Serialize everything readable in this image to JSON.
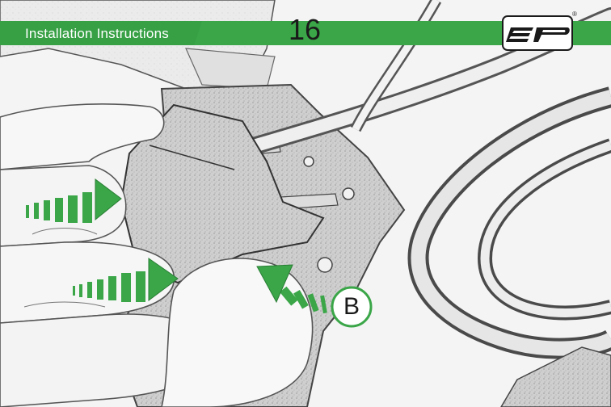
{
  "header": {
    "title": "Installation Instructions",
    "page_number": "16",
    "band_color": "#3aa648",
    "logo_icon": "ep-logo-icon",
    "registered_mark": "®"
  },
  "illustration": {
    "arrow_color": "#3aa648",
    "callout_label": "B"
  }
}
